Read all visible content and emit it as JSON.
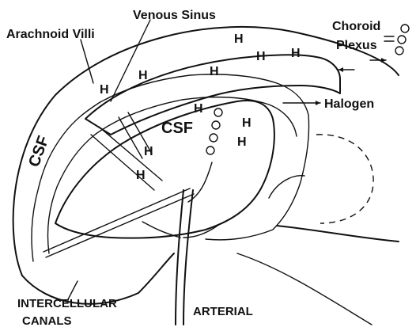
{
  "labels": {
    "venous_sinus": "Venous Sinus",
    "arachnoid_villi": "Arachnoid Villi",
    "choroid": "Choroid",
    "plexus": "Plexus",
    "halogen": "Halogen",
    "csf_outer": "CSF",
    "csf_inner": "CSF",
    "intercellular_1": "INTERCELLULAR",
    "intercellular_2": "CANALS",
    "arterial": "ARTERIAL",
    "h": "H"
  },
  "colors": {
    "ink": "#111111",
    "paper": "#ffffff",
    "stipple": "#333333"
  }
}
